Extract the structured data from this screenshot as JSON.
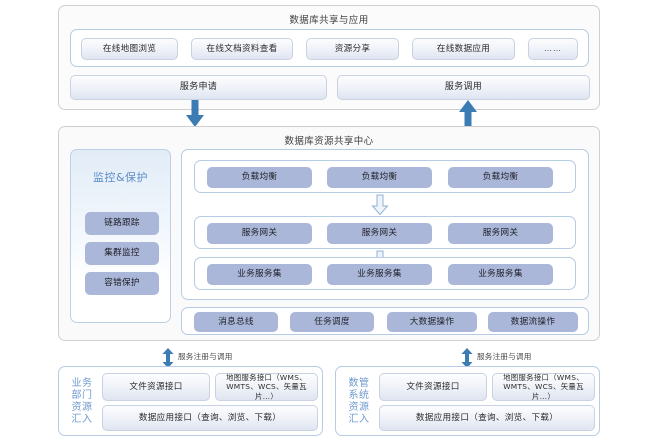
{
  "top_section": {
    "title": "数据库共享与应用",
    "apps": [
      {
        "label": "在线地图浏览"
      },
      {
        "label": "在线文档资料查看"
      },
      {
        "label": "资源分享"
      },
      {
        "label": "在线数据应用"
      },
      {
        "label": "……"
      }
    ],
    "service_bars": [
      {
        "label": "服务申请"
      },
      {
        "label": "服务调用"
      }
    ]
  },
  "connectors": {
    "down_arrow": "arrow-down-icon",
    "up_arrow": "arrow-up-icon",
    "bidirectional_arrow": "arrow-up-down-icon",
    "register_label_left": "服务注册与调用",
    "register_label_right": "服务注册与调用",
    "inner_down_arrow_1": "arrow-down-outline-icon",
    "inner_down_arrow_2": "arrow-down-outline-icon"
  },
  "middle_section": {
    "title": "数据库资源共享中心",
    "monitor_panel": {
      "title": "监控&保护",
      "items": [
        {
          "label": "链路跟踪"
        },
        {
          "label": "集群监控"
        },
        {
          "label": "容错保护"
        }
      ]
    },
    "tiers": [
      {
        "name": "load-balancer-tier",
        "nodes": [
          {
            "label": "负载均衡"
          },
          {
            "label": "负载均衡"
          },
          {
            "label": "负载均衡"
          }
        ]
      },
      {
        "name": "service-gateway-tier",
        "nodes": [
          {
            "label": "服务网关"
          },
          {
            "label": "服务网关"
          },
          {
            "label": "服务网关"
          }
        ]
      },
      {
        "name": "business-service-tier",
        "nodes": [
          {
            "label": "业务服务集"
          },
          {
            "label": "业务服务集"
          },
          {
            "label": "业务服务集"
          }
        ]
      }
    ],
    "support_services": [
      {
        "label": "消息总线"
      },
      {
        "label": "任务调度"
      },
      {
        "label": "大数据操作"
      },
      {
        "label": "数据流操作"
      }
    ]
  },
  "bottom_sections": [
    {
      "name": "business-dept-source",
      "side_label": [
        "业务",
        "部门",
        "资源",
        "汇入"
      ],
      "interfaces": [
        {
          "label": "文件资源接口"
        },
        {
          "label": "地图服务接口（WMS、WMTS、WCS、矢量瓦片…）"
        },
        {
          "label": "数据应用接口（查询、浏览、下载）"
        }
      ]
    },
    {
      "name": "data-mgmt-system-source",
      "side_label": [
        "数管",
        "系统",
        "资源",
        "汇入"
      ],
      "interfaces": [
        {
          "label": "文件资源接口"
        },
        {
          "label": "地图服务接口（WMS、WMTS、WCS、矢量瓦片…）"
        },
        {
          "label": "数据应用接口（查询、浏览、下载）"
        }
      ]
    }
  ],
  "colors": {
    "chip_blue": "#aab7d8",
    "outline_blue": "#b6cbe4",
    "accent_text_blue": "#5b8cc8",
    "arrow_blue": "#3b7cb5",
    "panel_border": "#cfcfcf"
  }
}
